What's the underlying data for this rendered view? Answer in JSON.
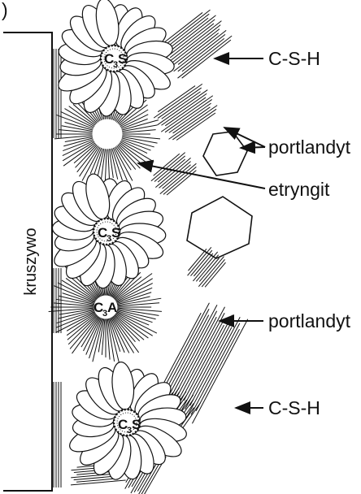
{
  "title_fragment": ") ",
  "left_label": "kruszywo",
  "labels": {
    "csh_top": "C-S-H",
    "portlandyt_top": "portlandyt",
    "etryngit": "etryngit",
    "portlandyt_mid": "portlandyt",
    "csh_bottom": "C-S-H"
  },
  "nodes": {
    "c3s_top": {
      "base": "C",
      "sub": "3",
      "tail": "S"
    },
    "c3s_mid": {
      "base": "C",
      "sub": "3",
      "tail": "S"
    },
    "c3a": {
      "base": "C",
      "sub": "3",
      "tail": "A"
    },
    "c3s_bottom": {
      "base": "C",
      "sub": "3",
      "tail": "S"
    }
  }
}
